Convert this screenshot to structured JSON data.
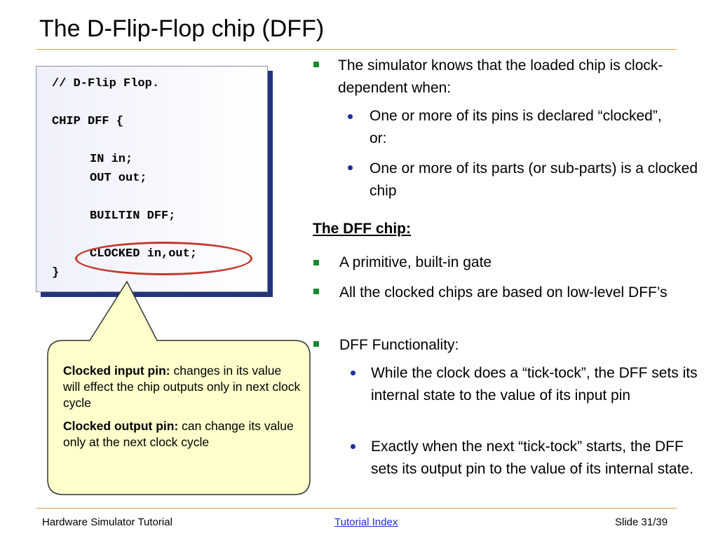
{
  "slide": {
    "title": "The D-Flip-Flop chip (DFF)",
    "code": {
      "comment": "// D-Flip Flop.",
      "chip_decl": "CHIP DFF {",
      "in_decl": "IN in;",
      "out_decl": "OUT out;",
      "builtin": "BUILTIN DFF;",
      "clocked": "CLOCKED in,out;",
      "close": "}"
    },
    "callout": {
      "p1_bold": "Clocked input pin:",
      "p1_text": " changes in its value will effect the chip outputs only in next clock cycle",
      "p2_bold": "Clocked output pin:",
      "p2_text": " can change its value only at the next clock cycle"
    },
    "right": {
      "b1": "The simulator knows that the loaded chip is clock-dependent when:",
      "b1_s1": "One or more of its pins is declared “clocked”, or:",
      "b1_s2": "One or more of its parts (or sub-parts) is a clocked chip",
      "subheading": "The DFF chip:",
      "b2": "A primitive, built-in gate",
      "b3": "All the clocked chips are based on low-level DFF’s",
      "b4": "DFF Functionality:",
      "b4_s1": "While the clock does a “tick-tock”, the DFF sets its internal state to the value of its input pin",
      "b4_s2": "Exactly when the next “tick-tock” starts, the DFF sets its output pin to the value of its internal state."
    },
    "footer": {
      "left": "Hardware Simulator Tutorial",
      "link": "Tutorial Index",
      "right": "Slide 31/39"
    },
    "colors": {
      "accent_rule": "#d9a24a",
      "bullet_square": "#1a8a2e",
      "bullet_dot": "#1f2f9e",
      "oval": "#c0392b",
      "callout_fill": "#ffffcc",
      "code_shadow": "#23357a"
    }
  }
}
